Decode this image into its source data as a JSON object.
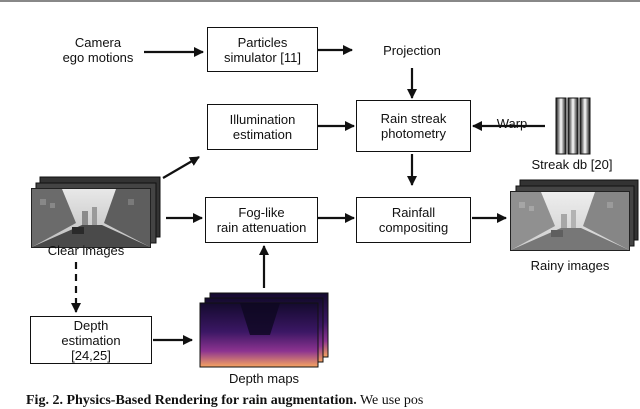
{
  "nodes": {
    "camera": "Camera\nego motions",
    "particles": "Particles\nsimulator [11]",
    "projection": "Projection",
    "illumination": "Illumination\nestimation",
    "photometry": "Rain streak\nphotometry",
    "warp": "Warp",
    "streak_db": "Streak db [20]",
    "fog": "Fog-like\nrain attenuation",
    "compositing": "Rainfall\ncompositing",
    "clear_images": "Clear images",
    "rainy_images": "Rainy images",
    "depth_estimation": "Depth\nestimation\n[24,25]",
    "depth_maps": "Depth maps"
  },
  "caption": {
    "bold": "Fig. 2. Physics-Based Rendering for rain augmentation.",
    "rest": " We use pos"
  },
  "colors": {
    "line": "#111111",
    "depth_dark": "#1a0f3a",
    "depth_mid": "#7a2a8f",
    "depth_light": "#f5a35e"
  }
}
